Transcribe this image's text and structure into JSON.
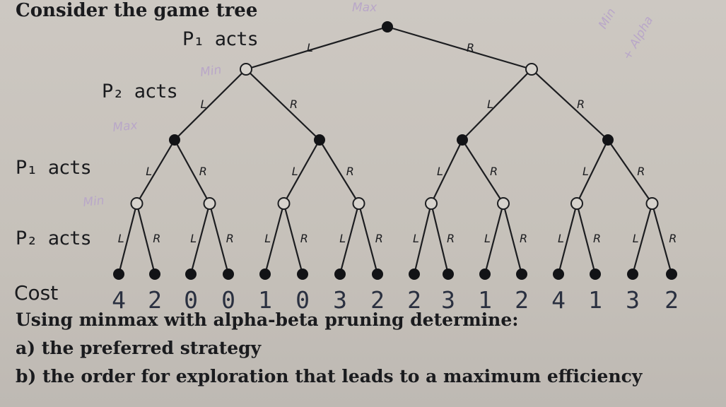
{
  "title": "Consider the game tree",
  "level_labels": [
    "P₁ acts",
    "P₂ acts",
    "P₁ acts",
    "P₂ acts"
  ],
  "edge_labels": [
    "L",
    "R"
  ],
  "cost_label": "Cost",
  "costs": [
    "4",
    "2",
    "0",
    "0",
    "1",
    "0",
    "3",
    "2",
    "2",
    "3",
    "1",
    "2",
    "4",
    "1",
    "3",
    "2"
  ],
  "question_heading": "Using minmax with alpha-beta pruning determine:",
  "question_a": "a) the preferred strategy",
  "question_b": "b) the order for exploration that leads to a maximum efficiency",
  "handwritten_notes": [
    "Max",
    "Min",
    "Max",
    "Min",
    "Min",
    "+ Alpha"
  ]
}
